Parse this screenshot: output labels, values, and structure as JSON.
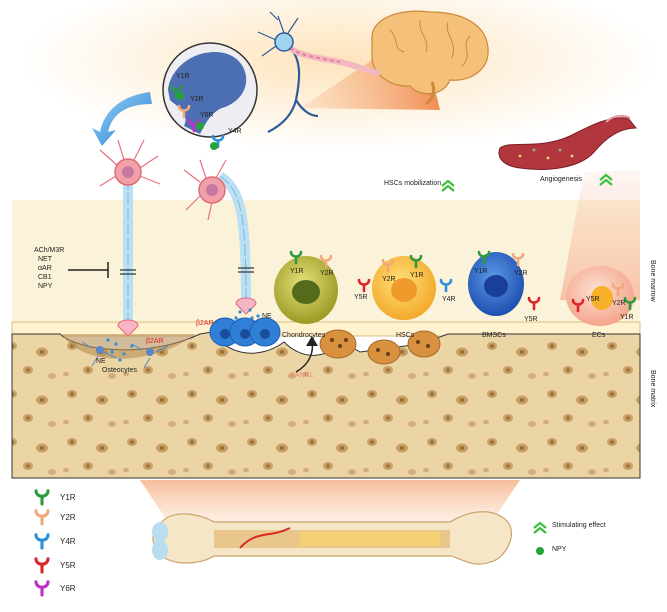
{
  "labels": {
    "inhibitors": [
      "ACh/M3R",
      "NET",
      "αAR",
      "CB1",
      "NPY"
    ],
    "ne_left": "NE",
    "ne_mid": "NE",
    "b2ar_left": "β2AR",
    "b2ar_mid": "β2AR",
    "osteocytes": "Osteocytes",
    "rankl": "RANKL",
    "chondrocytes": "Chondrocytes",
    "hscs": "HSCs",
    "bmscs": "BMSCs",
    "ecs": "ECs",
    "hscs_mobilization": "HSCs mobilization",
    "angiogenesis": "Angiogenesis",
    "bone_marrow": "Bone marrow",
    "bone_matrix": "Bone matrix",
    "inset_y1r": "Y1R",
    "inset_y2r": "Y2R",
    "inset_y6r": "Y6R",
    "inset_y4r": "Y4R",
    "chondro_y1r": "Y1R",
    "chondro_y2r": "Y2R",
    "hsc_y2r": "Y2R",
    "hsc_y1r": "Y1R",
    "hsc_y5r": "Y5R",
    "hsc_y4r": "Y4R",
    "bmsc_y1r": "Y1R",
    "bmsc_y2r": "Y2R",
    "bmsc_y5r": "Y5R",
    "ec_y5r": "Y5R",
    "ec_y2r": "Y2R",
    "ec_y1r": "Y1R"
  },
  "legend": {
    "receptors": [
      {
        "label": "Y1R",
        "color": "#2e9a3e"
      },
      {
        "label": "Y2R",
        "color": "#f0a978"
      },
      {
        "label": "Y4R",
        "color": "#2f8fd6"
      },
      {
        "label": "Y5R",
        "color": "#d9262b"
      },
      {
        "label": "Y6R",
        "color": "#c12fc4"
      }
    ],
    "stimulating_label": "Stimulating effect",
    "npy_label": "NPY",
    "stimulating_color": "#3bbf3b",
    "npy_color": "#23a33a"
  },
  "colors": {
    "marrow_bg": "#fbf3d9",
    "bone_matrix": "#ecd5a4",
    "neuron_pink": "#f08a9a",
    "cell_blue": "#3a7fd1",
    "chondrocyte": "#b5b33a",
    "hsc": "#f7c24a",
    "bmsc": "#2d5fbf",
    "ec": "#f6b49c"
  }
}
